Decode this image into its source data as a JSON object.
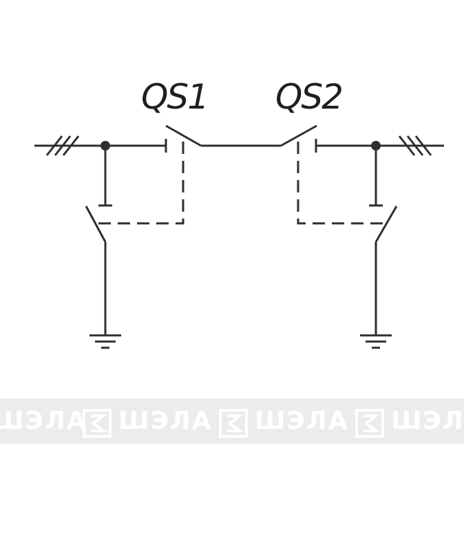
{
  "labels": {
    "switch_left": "QS1",
    "switch_right": "QS2"
  },
  "watermark": {
    "text": "ШЭЛА",
    "band_color": "#ececec",
    "text_color": "#ffffff"
  },
  "colors": {
    "line": "#2e2e2e",
    "background": "#ffffff"
  }
}
